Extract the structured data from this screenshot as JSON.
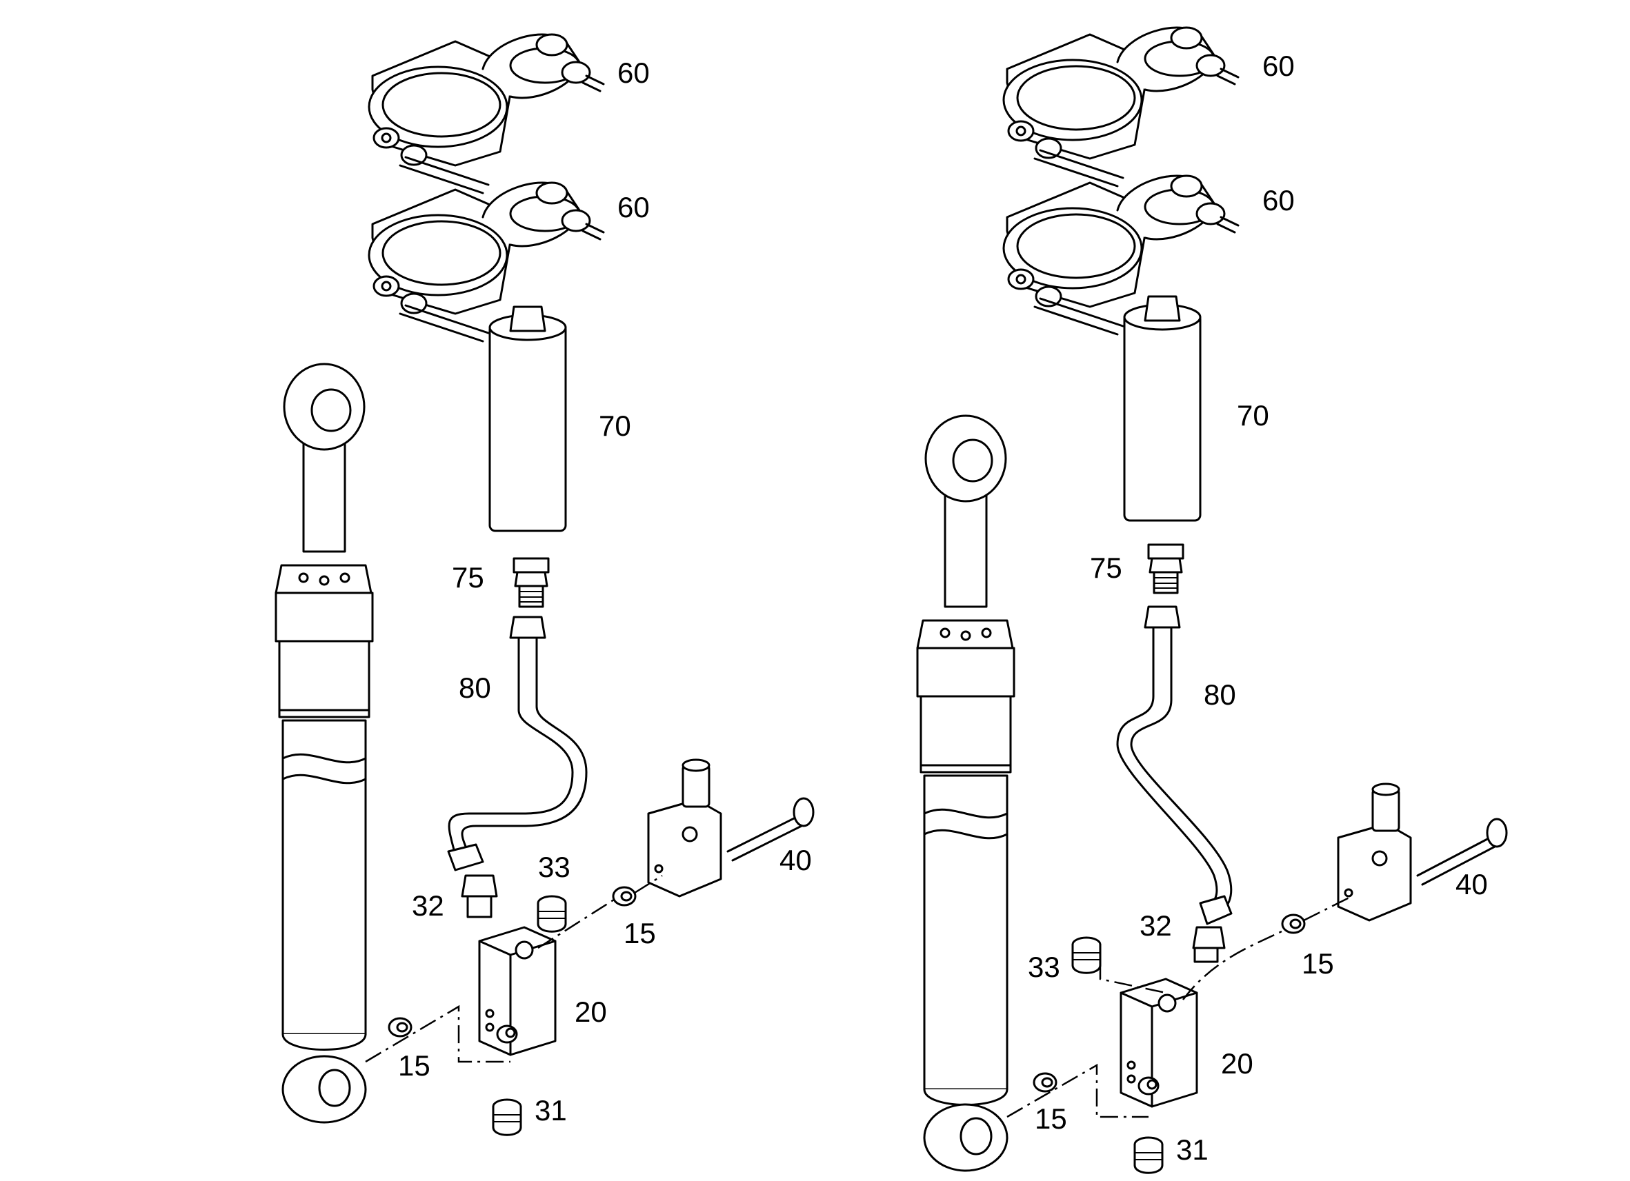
{
  "colors": {
    "background": "#ffffff",
    "ink": "#000000"
  },
  "assemblies": [
    {
      "id": "left",
      "labels": {
        "clamp_upper": "60",
        "clamp_lower": "60",
        "accumulator": "70",
        "adapter": "75",
        "pipe": "80",
        "fitting": "32",
        "plug_top": "33",
        "valve_bolt": "40",
        "washer_valve": "15",
        "block": "20",
        "washer_cylinder": "15",
        "plug_bottom": "31"
      }
    },
    {
      "id": "right",
      "labels": {
        "clamp_upper": "60",
        "clamp_lower": "60",
        "accumulator": "70",
        "adapter": "75",
        "pipe": "80",
        "fitting": "32",
        "plug_top": "33",
        "valve_bolt": "40",
        "washer_valve": "15",
        "block": "20",
        "washer_cylinder": "15",
        "plug_bottom": "31"
      }
    }
  ]
}
